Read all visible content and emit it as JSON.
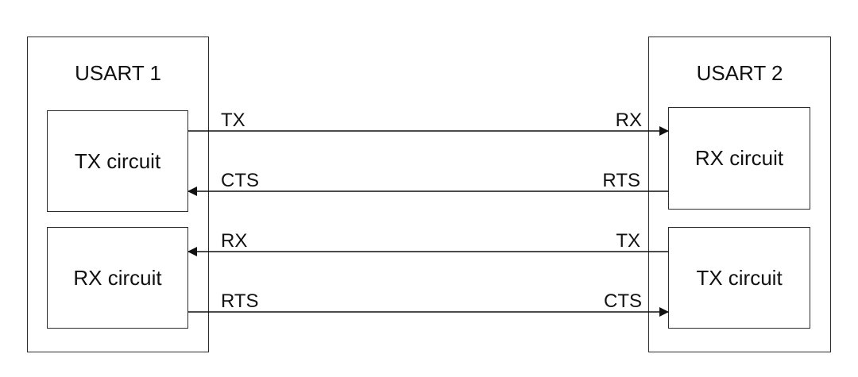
{
  "usart1": {
    "title": "USART 1",
    "tx_circuit": "TX circuit",
    "rx_circuit": "RX circuit"
  },
  "usart2": {
    "title": "USART 2",
    "rx_circuit": "RX circuit",
    "tx_circuit": "TX circuit"
  },
  "signals": [
    {
      "left_label": "TX",
      "right_label": "RX",
      "direction": "left-to-right"
    },
    {
      "left_label": "CTS",
      "right_label": "RTS",
      "direction": "right-to-left"
    },
    {
      "left_label": "RX",
      "right_label": "TX",
      "direction": "right-to-left"
    },
    {
      "left_label": "RTS",
      "right_label": "CTS",
      "direction": "left-to-right"
    }
  ]
}
